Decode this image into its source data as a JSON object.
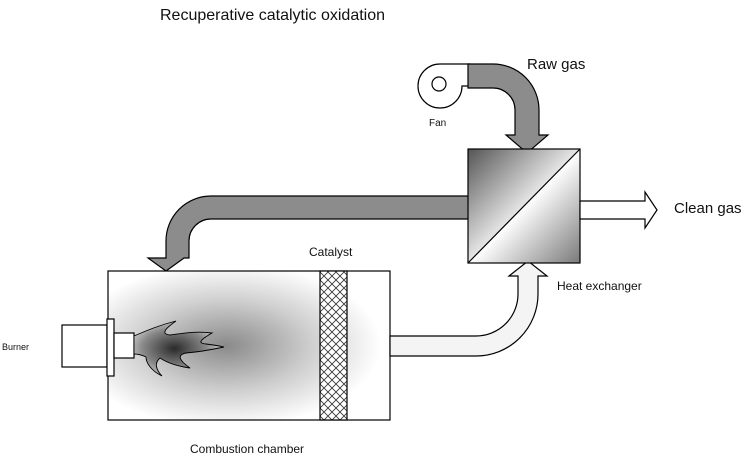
{
  "title": "Recuperative catalytic oxidation",
  "labels": {
    "raw_gas": "Raw gas",
    "fan": "Fan",
    "clean_gas": "Clean gas",
    "catalyst": "Catalyst",
    "heat_exchanger": "Heat exchanger",
    "burner": "Burner",
    "combustion_chamber": "Combustion chamber"
  },
  "colors": {
    "hot_duct": "#8c8c8c",
    "cold_duct": "#f4f4f4",
    "outline": "#000000"
  }
}
